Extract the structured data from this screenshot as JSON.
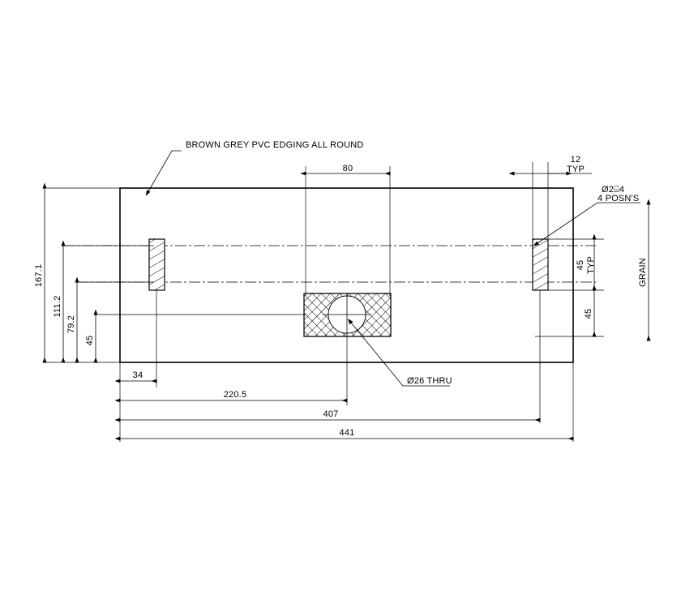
{
  "drawing": {
    "title": "Panel detail drawing",
    "units": "mm",
    "notes": [
      {
        "id": "edging-note",
        "text": "BROWN GREY PVC EDGING ALL ROUND"
      },
      {
        "id": "hole-note",
        "text": "Ø26 THRU"
      },
      {
        "id": "dowel-note-line1",
        "text": "Ø2⌸4"
      },
      {
        "id": "dowel-note-line2",
        "text": "4 POSN'S"
      },
      {
        "id": "grain-note",
        "text": "GRAIN"
      }
    ],
    "dimensions": {
      "horizontal": [
        {
          "id": "dim-34",
          "value": "34"
        },
        {
          "id": "dim-220-5",
          "value": "220.5"
        },
        {
          "id": "dim-407",
          "value": "407"
        },
        {
          "id": "dim-441",
          "value": "441"
        },
        {
          "id": "dim-80",
          "value": "80"
        },
        {
          "id": "dim-12",
          "value": "12"
        },
        {
          "id": "dim-12-typ",
          "value": "TYP"
        }
      ],
      "vertical_left": [
        {
          "id": "dim-167-1",
          "value": "167.1"
        },
        {
          "id": "dim-111-2",
          "value": "111.2"
        },
        {
          "id": "dim-79-2",
          "value": "79.2"
        },
        {
          "id": "dim-45-left",
          "value": "45"
        }
      ],
      "vertical_right": [
        {
          "id": "dim-45-typ",
          "value": "45"
        },
        {
          "id": "dim-45-typ-suffix",
          "value": "TYP"
        },
        {
          "id": "dim-45-lower",
          "value": "45"
        }
      ]
    },
    "features": {
      "hole_center": {
        "label": "Ø26 THRU"
      },
      "dowels": {
        "label": "Ø2⌸4 4 POSN'S",
        "count": 4
      }
    },
    "colors": {
      "line": "#000000",
      "background": "#ffffff"
    }
  }
}
